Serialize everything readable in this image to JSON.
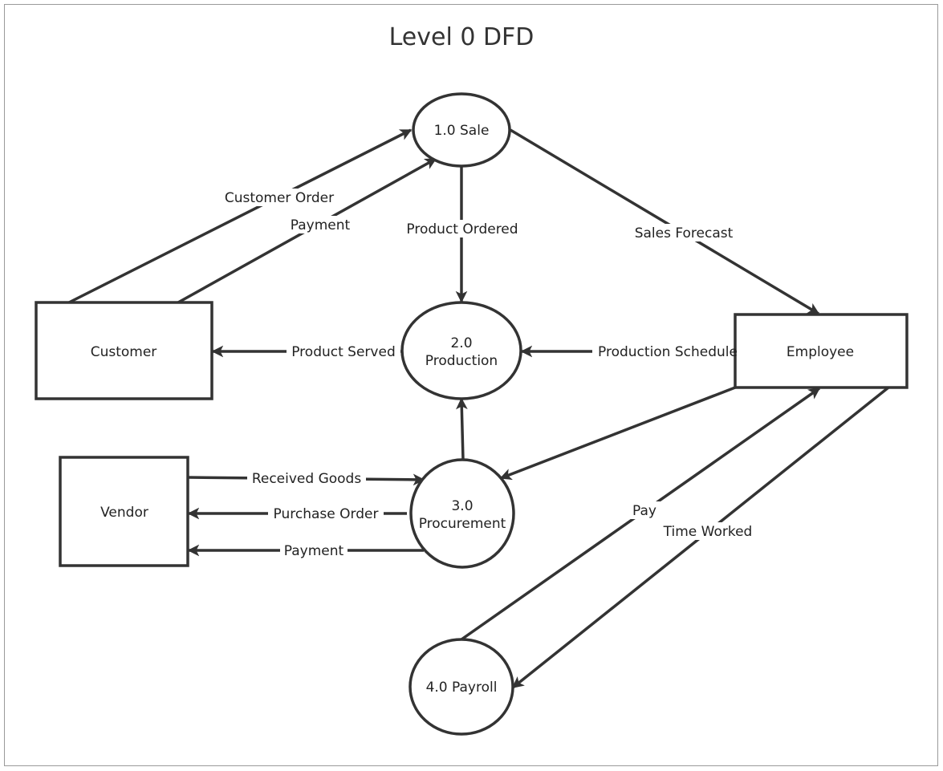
{
  "title": "Level 0 DFD",
  "colors": {
    "stroke": "#333333",
    "background": "#ffffff",
    "frame": "#9a9a9a"
  },
  "entities": {
    "customer": "Customer",
    "vendor": "Vendor",
    "employee": "Employee"
  },
  "processes": {
    "sale": "1.0 Sale",
    "production_number": "2.0",
    "production_name": "Production",
    "procurement_number": "3.0",
    "procurement_name": "Procurement",
    "payroll": "4.0 Payroll"
  },
  "flows": {
    "customer_order": "Customer Order",
    "payment_to_sale": "Payment",
    "product_ordered": "Product Ordered",
    "sales_forecast": "Sales Forecast",
    "product_served": "Product Served",
    "production_schedule": "Production Schedule",
    "received_goods": "Received Goods",
    "purchase_order": "Purchase Order",
    "payment_to_vendor": "Payment",
    "pay": "Pay",
    "time_worked": "Time Worked"
  }
}
